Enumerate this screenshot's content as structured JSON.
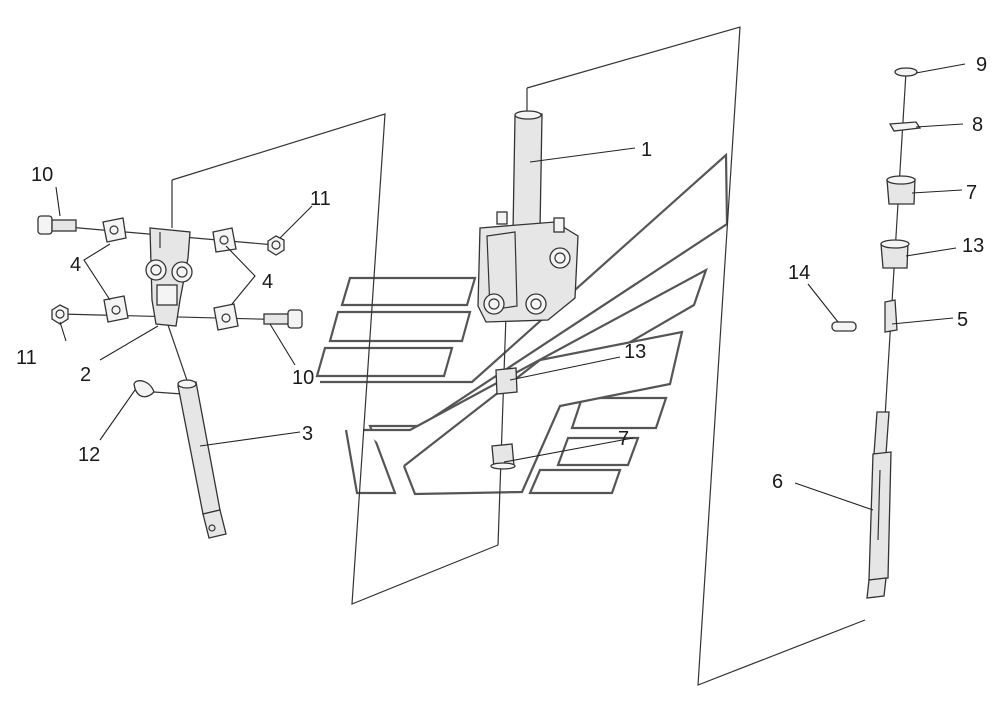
{
  "diagram": {
    "part_labels": {
      "p1": "1",
      "p2": "2",
      "p3": "3",
      "p4a": "4",
      "p4b": "4",
      "p5": "5",
      "p6": "6",
      "p7a": "7",
      "p7b": "7",
      "p8": "8",
      "p9": "9",
      "p10a": "10",
      "p10b": "10",
      "p11a": "11",
      "p11b": "11",
      "p12": "12",
      "p13a": "13",
      "p13b": "13",
      "p14": "14"
    }
  }
}
